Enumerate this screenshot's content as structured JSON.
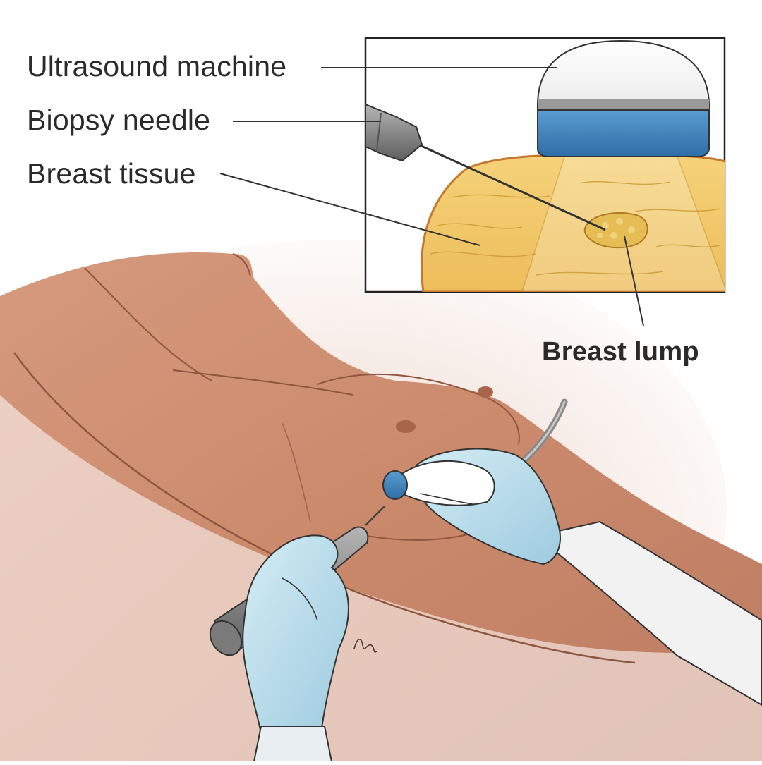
{
  "labels": {
    "ultrasound_machine": "Ultrasound machine",
    "biopsy_needle": "Biopsy needle",
    "breast_tissue": "Breast tissue",
    "breast_lump": "Breast lump"
  },
  "colors": {
    "skin": "#c98566",
    "skin_shadow": "#a8654a",
    "glove": "#b9dbe8",
    "tissue": "#f2c766",
    "lump": "#e6bd55",
    "probe_blue": "#3b7fb8",
    "instrument_gray": "#8a8a8a",
    "line": "#333333"
  },
  "icons": [
    "ultrasound-probe-icon",
    "biopsy-needle-icon",
    "gloved-hand-icon",
    "artist-signature-icon"
  ]
}
